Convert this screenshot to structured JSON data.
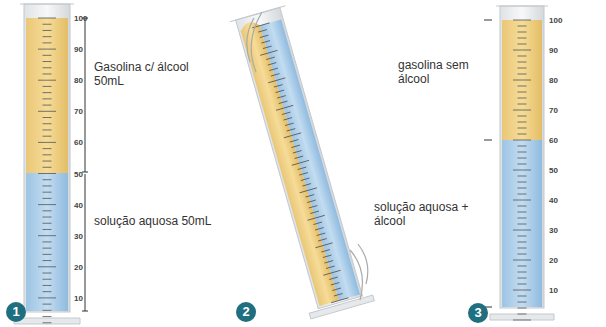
{
  "diagram": {
    "labels": [
      "100",
      "90",
      "80",
      "70",
      "60",
      "50",
      "40",
      "30",
      "20",
      "10",
      "Gasolina c/ álcool 50mL",
      "solução aquosa 50mL",
      "1",
      "2",
      "100",
      "90",
      "80",
      "70",
      "60",
      "50",
      "40",
      "30",
      "20",
      "10",
      "gasolina sem álcool",
      "solução aquosa + álcool",
      "3"
    ]
  }
}
